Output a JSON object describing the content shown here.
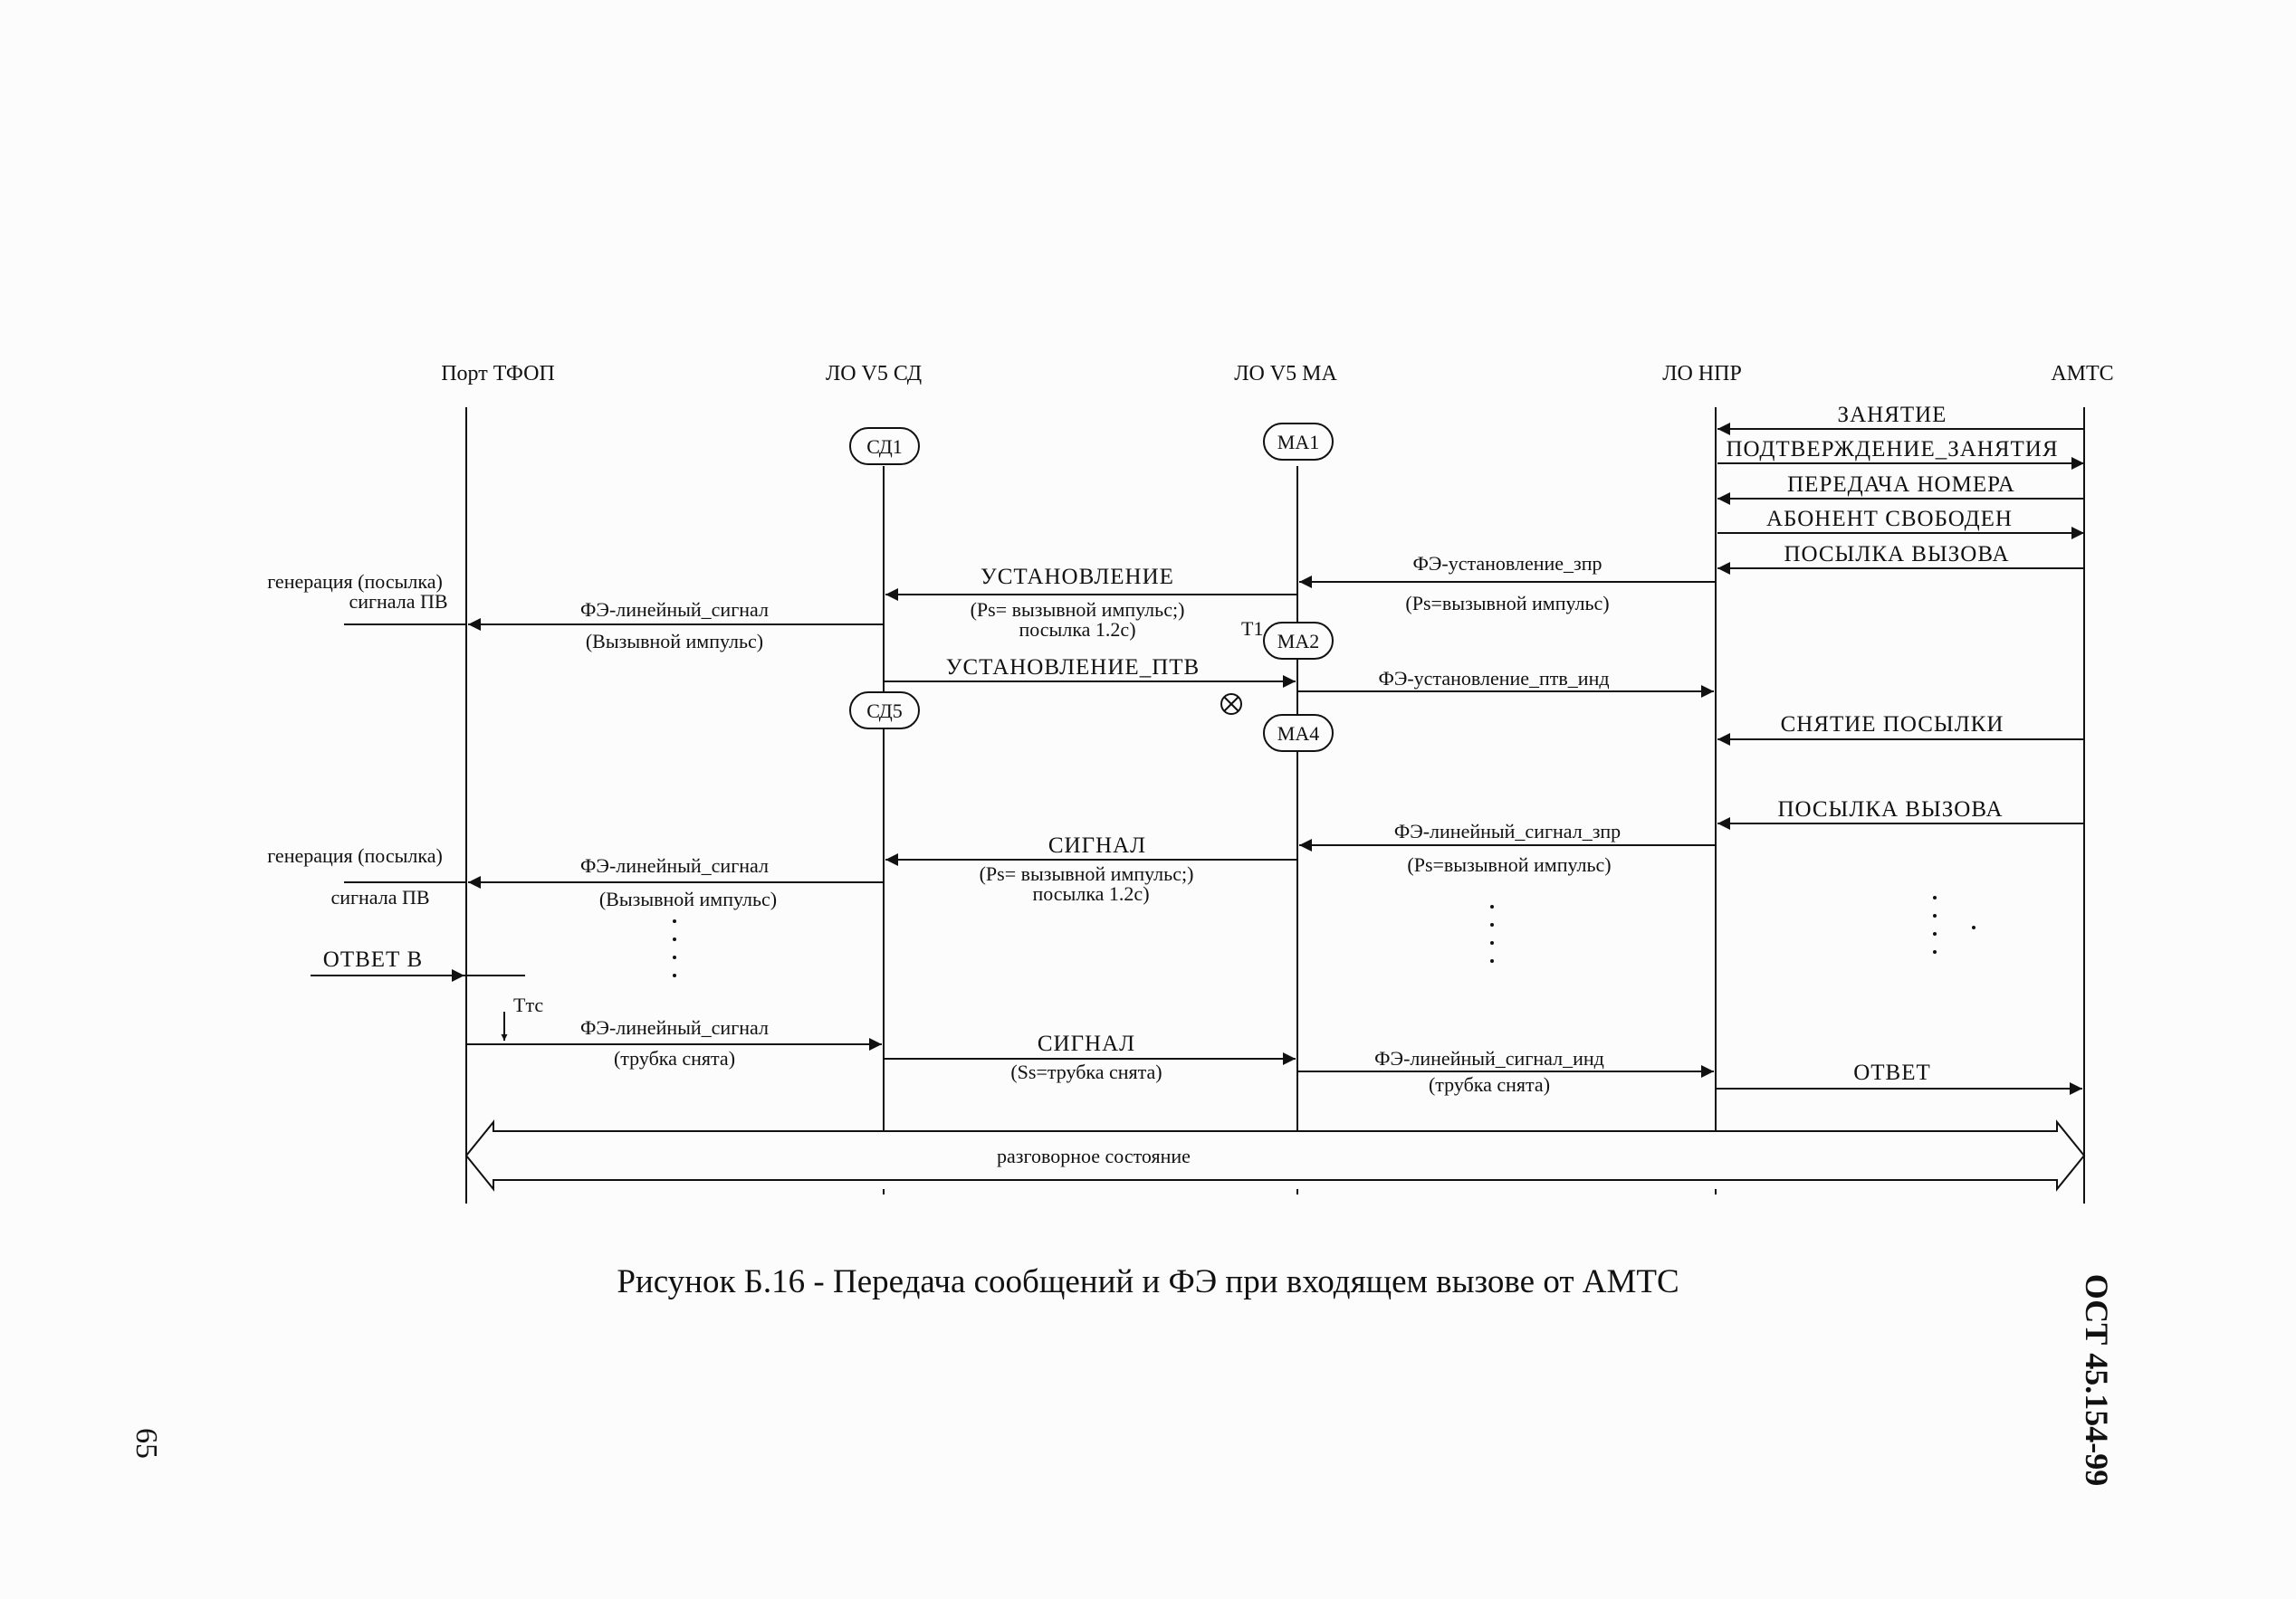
{
  "lanes": [
    {
      "id": "port",
      "title": "Порт ТФОП"
    },
    {
      "id": "sd",
      "title": "ЛО V5 СД"
    },
    {
      "id": "ma",
      "title": "ЛО V5 МА"
    },
    {
      "id": "npr",
      "title": "ЛО НПР"
    },
    {
      "id": "amts",
      "title": "АМТС"
    }
  ],
  "states": {
    "sd1": "СД1",
    "sd5": "СД5",
    "ma1": "МА1",
    "ma2": "МА2",
    "ma4": "МА4"
  },
  "messages": {
    "seizure": "ЗАНЯТИЕ",
    "seizure_ack": "ПОДТВЕРЖДЕНИЕ_ЗАНЯТИЯ",
    "number_transfer": "ПЕРЕДАЧА НОМЕРА",
    "subscriber_free": "АБОНЕНТ СВОБОДЕН",
    "ringing_send": "ПОСЫЛКА ВЫЗОВА",
    "fe_establish_req": "ФЭ-установление_зпр",
    "fe_establish_req_param": "(Ps=вызывной импульс)",
    "establish": "УСТАНОВЛЕНИЕ",
    "establish_param_1": "(Ps= вызывной импульс;)",
    "establish_param_2": "посылка 1.2с)",
    "fe_line_signal_1": "ФЭ-линейный_сигнал",
    "fe_line_signal_1_param": "(Вызывной импульс)",
    "generation_1a": "генерация (посылка)",
    "generation_1b": "сигнала ПВ",
    "timer_t1": "Т1",
    "establish_ack": "УСТАНОВЛЕНИЕ_ПТВ",
    "fe_establish_ack_ind": "ФЭ-установление_птв_инд",
    "ringing_removal": "СНЯТИЕ ПОСЫЛКИ",
    "ringing_send_2": "ПОСЫЛКА ВЫЗОВА",
    "fe_line_signal_req": "ФЭ-линейный_сигнал_зпр",
    "fe_line_signal_req_param": "(Ps=вызывной импульс)",
    "signal_1": "СИГНАЛ",
    "signal_1_param_1": "(Ps= вызывной импульс;)",
    "signal_1_param_2": "посылка 1.2с)",
    "fe_line_signal_2": "ФЭ-линейный_сигнал",
    "fe_line_signal_2_param": "(Вызывной импульс)",
    "generation_2a": "генерация (посылка)",
    "generation_2b": "сигнала ПВ",
    "answer_b": "ОТВЕТ В",
    "timer_ttc": "Ттс",
    "fe_line_signal_3": "ФЭ-линейный_сигнал",
    "fe_line_signal_3_param": "(трубка снята)",
    "signal_2": "СИГНАЛ",
    "signal_2_param": "(Ss=трубка снята)",
    "fe_line_signal_ind": "ФЭ-линейный_сигнал_инд",
    "fe_line_signal_ind_param": "(трубка снята)",
    "answer": "ОТВЕТ",
    "conversation_state": "разговорное состояние"
  },
  "caption": "Рисунок Б.16 - Передача сообщений и ФЭ при входящем вызове от АМТС",
  "doc_id": "ОСТ 45.154-99",
  "page_number": "65"
}
